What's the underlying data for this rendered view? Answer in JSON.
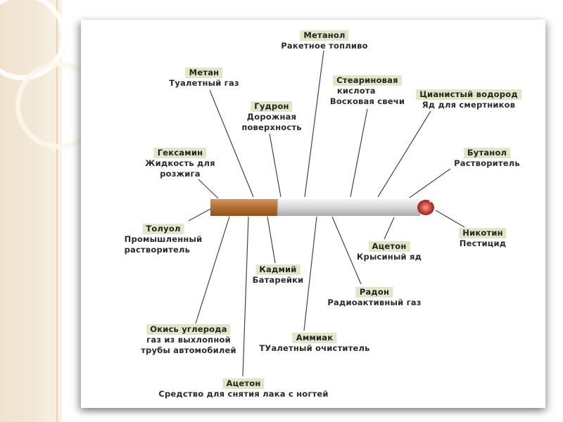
{
  "labels": [
    {
      "id": "methanol",
      "name": "Метанол",
      "desc": [
        "Ракетное топливо"
      ]
    },
    {
      "id": "methane",
      "name": "Метан",
      "desc": [
        "Туалетный газ"
      ]
    },
    {
      "id": "stearic",
      "name": "Стеариновая",
      "desc": [
        "кислота",
        "Восковая свечи"
      ]
    },
    {
      "id": "hcn",
      "name": "Цианистый водород",
      "desc": [
        "Яд для смертников"
      ]
    },
    {
      "id": "tar",
      "name": "Гудрон",
      "desc": [
        "Дорожная",
        "поверхность"
      ]
    },
    {
      "id": "hexamine",
      "name": "Гексамин",
      "desc": [
        "Жидкость для",
        "розжига"
      ]
    },
    {
      "id": "butanol",
      "name": "Бутанол",
      "desc": [
        "Растворитель"
      ]
    },
    {
      "id": "toluene",
      "name": "Толуол",
      "desc": [
        "Промышленный",
        "растворитель"
      ]
    },
    {
      "id": "nicotine",
      "name": "Никотин",
      "desc": [
        "Пестицид"
      ]
    },
    {
      "id": "acetone1",
      "name": "Ацетон",
      "desc": [
        "Крысиный яд"
      ]
    },
    {
      "id": "cadmium",
      "name": "Кадмий",
      "desc": [
        "Батарейки"
      ]
    },
    {
      "id": "radon",
      "name": "Радон",
      "desc": [
        "Радиоактивный газ"
      ]
    },
    {
      "id": "co",
      "name": "Окись углерода",
      "desc": [
        "газ из выхлопной",
        "трубы автомобилей"
      ]
    },
    {
      "id": "ammonia",
      "name": "Аммиак",
      "desc": [
        "ТУалетный очиститель"
      ]
    },
    {
      "id": "acetone2",
      "name": "Ацетон",
      "desc": [
        "Средство для снятия лака с ногтей"
      ]
    }
  ],
  "colors": {
    "filter": "#b9773a",
    "paper": "#dcdcdc",
    "ember": "#c0392b",
    "name_bg": "#dfe7c8",
    "line": "#444444"
  }
}
